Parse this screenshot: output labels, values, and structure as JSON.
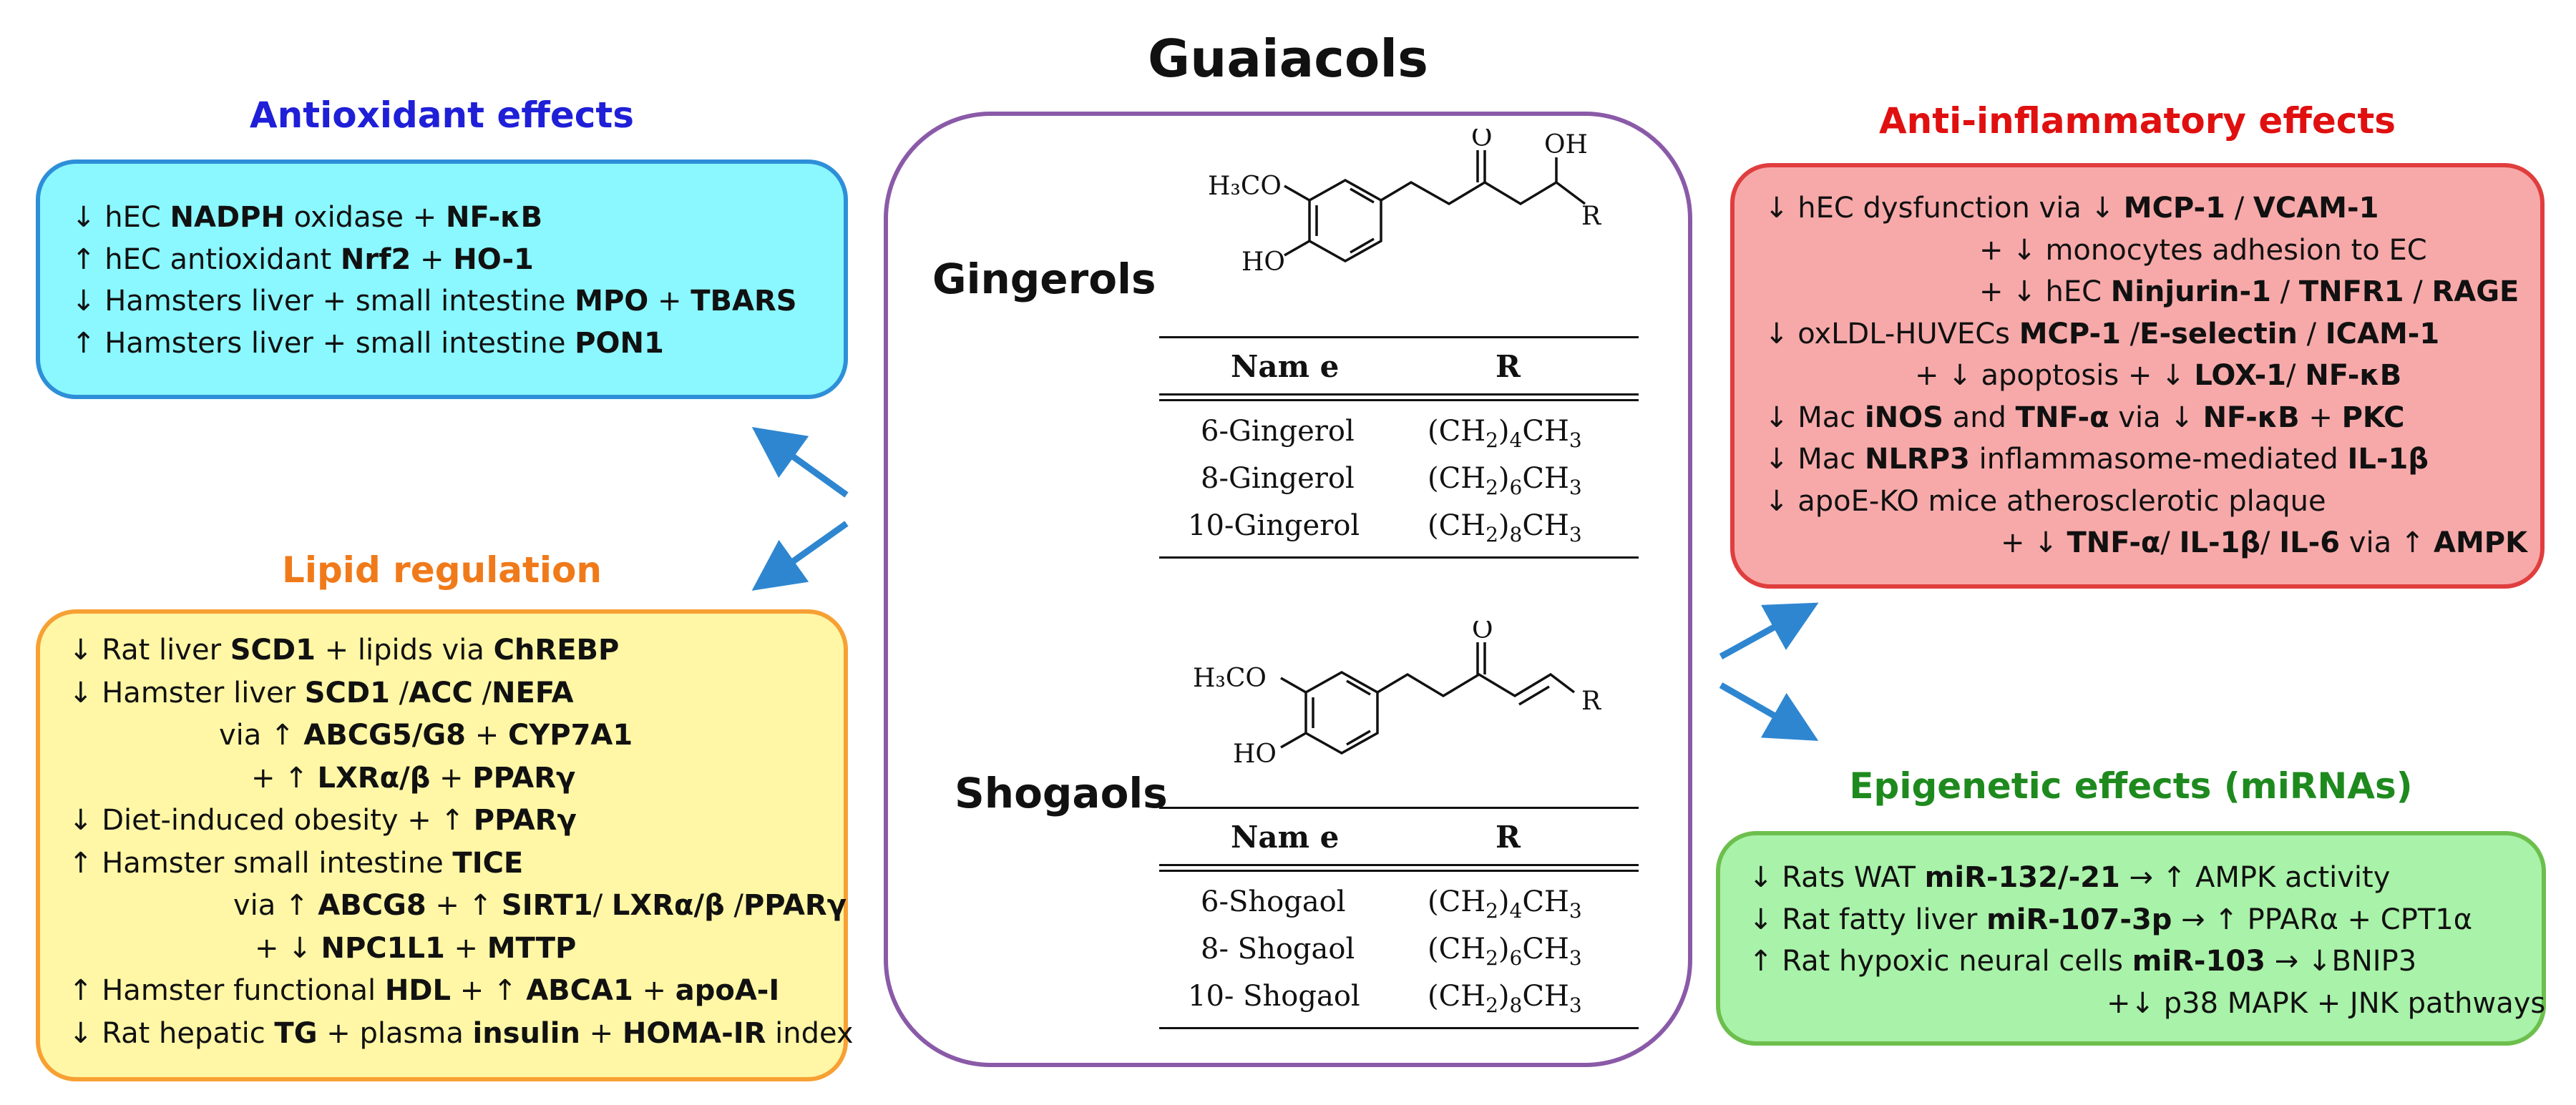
{
  "title": "Guaiacols",
  "colors": {
    "antioxidant_title": "#1F1FD8",
    "lipid_title": "#F07A1A",
    "antiinflammatory_title": "#E01010",
    "epigenetic_title": "#1E8A1E",
    "arrow": "#2E86D0",
    "center_border": "#8A5AA8"
  },
  "antioxidant": {
    "title": "Antioxidant effects",
    "lines": [
      [
        {
          "t": "↓ hEC "
        },
        {
          "t": "NADPH",
          "b": true
        },
        {
          "t": " oxidase + "
        },
        {
          "t": "NF-κB",
          "b": true
        }
      ],
      [
        {
          "t": "↑ hEC antioxidant "
        },
        {
          "t": "Nrf2",
          "b": true
        },
        {
          "t": " + "
        },
        {
          "t": "HO-1",
          "b": true
        }
      ],
      [
        {
          "t": "↓ Hamsters liver + small intestine "
        },
        {
          "t": "MPO",
          "b": true
        },
        {
          "t": " + "
        },
        {
          "t": "TBARS",
          "b": true
        }
      ],
      [
        {
          "t": "↑ Hamsters liver + small intestine "
        },
        {
          "t": "PON1",
          "b": true
        }
      ]
    ]
  },
  "lipid": {
    "title": "Lipid regulation",
    "lines": [
      {
        "indent": 0,
        "s": [
          {
            "t": "↓ Rat liver "
          },
          {
            "t": "SCD1",
            "b": true
          },
          {
            "t": " + lipids via "
          },
          {
            "t": "ChREBP",
            "b": true
          }
        ]
      },
      {
        "indent": 0,
        "s": [
          {
            "t": "↓ Hamster liver "
          },
          {
            "t": "SCD1",
            "b": true
          },
          {
            "t": " /"
          },
          {
            "t": "ACC",
            "b": true
          },
          {
            "t": " /"
          },
          {
            "t": "NEFA",
            "b": true
          }
        ]
      },
      {
        "indent": 210,
        "s": [
          {
            "t": "via ↑ "
          },
          {
            "t": "ABCG5/G8",
            "b": true
          },
          {
            "t": " + "
          },
          {
            "t": "CYP7A1",
            "b": true
          }
        ]
      },
      {
        "indent": 255,
        "s": [
          {
            "t": "+ ↑ "
          },
          {
            "t": "LXRα/β",
            "b": true
          },
          {
            "t": " + "
          },
          {
            "t": "PPARγ",
            "b": true
          }
        ]
      },
      {
        "indent": 0,
        "s": [
          {
            "t": "↓ Diet-induced obesity + ↑ "
          },
          {
            "t": "PPARγ",
            "b": true
          }
        ]
      },
      {
        "indent": 0,
        "s": [
          {
            "t": "↑ Hamster small intestine "
          },
          {
            "t": "TICE",
            "b": true
          }
        ]
      },
      {
        "indent": 230,
        "s": [
          {
            "t": "via ↑ "
          },
          {
            "t": "ABCG8",
            "b": true
          },
          {
            "t": " + ↑ "
          },
          {
            "t": "SIRT1",
            "b": true
          },
          {
            "t": "/ "
          },
          {
            "t": "LXRα/β",
            "b": true
          },
          {
            "t": " /"
          },
          {
            "t": "PPARγ",
            "b": true
          }
        ]
      },
      {
        "indent": 260,
        "s": [
          {
            "t": "+ ↓ "
          },
          {
            "t": "NPC1L1",
            "b": true
          },
          {
            "t": " + "
          },
          {
            "t": "MTTP",
            "b": true
          }
        ]
      },
      {
        "indent": 0,
        "s": [
          {
            "t": "↑ Hamster functional "
          },
          {
            "t": "HDL",
            "b": true
          },
          {
            "t": " + ↑ "
          },
          {
            "t": "ABCA1",
            "b": true
          },
          {
            "t": " + "
          },
          {
            "t": "apoA-I",
            "b": true
          }
        ]
      },
      {
        "indent": 0,
        "s": [
          {
            "t": "↓ Rat hepatic "
          },
          {
            "t": "TG",
            "b": true
          },
          {
            "t": " + plasma "
          },
          {
            "t": "insulin",
            "b": true
          },
          {
            "t": " + "
          },
          {
            "t": "HOMA-IR",
            "b": true
          },
          {
            "t": " index"
          }
        ]
      }
    ]
  },
  "antiinflammatory": {
    "title": "Anti-inflammatory  effects",
    "lines": [
      {
        "indent": 0,
        "s": [
          {
            "t": "↓ hEC dysfunction via ↓ "
          },
          {
            "t": "MCP-1",
            "b": true
          },
          {
            "t": " / "
          },
          {
            "t": "VCAM-1",
            "b": true
          }
        ]
      },
      {
        "indent": 300,
        "s": [
          {
            "t": "+ ↓ monocytes adhesion to EC"
          }
        ]
      },
      {
        "indent": 300,
        "s": [
          {
            "t": "+ ↓ hEC "
          },
          {
            "t": "Ninjurin-1",
            "b": true
          },
          {
            "t": " / "
          },
          {
            "t": "TNFR1",
            "b": true
          },
          {
            "t": " / "
          },
          {
            "t": "RAGE",
            "b": true
          }
        ]
      },
      {
        "indent": 0,
        "s": [
          {
            "t": "↓ oxLDL-HUVECs "
          },
          {
            "t": "MCP-1",
            "b": true
          },
          {
            "t": " /"
          },
          {
            "t": "E-selectin",
            "b": true
          },
          {
            "t": " / "
          },
          {
            "t": "ICAM-1",
            "b": true
          }
        ]
      },
      {
        "indent": 210,
        "s": [
          {
            "t": "+ ↓ apoptosis + ↓ "
          },
          {
            "t": "LOX-1",
            "b": true
          },
          {
            "t": "/ "
          },
          {
            "t": "NF-κB",
            "b": true
          }
        ]
      },
      {
        "indent": 0,
        "s": [
          {
            "t": "↓ Mac "
          },
          {
            "t": "iNOS",
            "b": true
          },
          {
            "t": " and "
          },
          {
            "t": "TNF-α",
            "b": true
          },
          {
            "t": " via ↓ "
          },
          {
            "t": "NF-κB",
            "b": true
          },
          {
            "t": " + "
          },
          {
            "t": "PKC",
            "b": true
          }
        ]
      },
      {
        "indent": 0,
        "s": [
          {
            "t": "↓ Mac "
          },
          {
            "t": "NLRP3",
            "b": true
          },
          {
            "t": " inflammasome-mediated "
          },
          {
            "t": "IL-1β",
            "b": true
          }
        ]
      },
      {
        "indent": 0,
        "s": [
          {
            "t": "↓ apoE-KO mice atherosclerotic plaque"
          }
        ]
      },
      {
        "indent": 330,
        "s": [
          {
            "t": "+ ↓ "
          },
          {
            "t": "TNF-α",
            "b": true
          },
          {
            "t": "/ "
          },
          {
            "t": "IL-1β",
            "b": true
          },
          {
            "t": "/ "
          },
          {
            "t": "IL-6",
            "b": true
          },
          {
            "t": " via ↑ "
          },
          {
            "t": "AMPK",
            "b": true
          }
        ]
      }
    ]
  },
  "epigenetic": {
    "title": "Epigenetic effects (miRNAs)",
    "lines": [
      {
        "indent": 0,
        "s": [
          {
            "t": "↓ Rats WAT "
          },
          {
            "t": "miR-132/-21",
            "b": true
          },
          {
            "t": " → ↑ AMPK activity"
          }
        ]
      },
      {
        "indent": 0,
        "s": [
          {
            "t": "↓ Rat fatty liver "
          },
          {
            "t": "miR-107-3p",
            "b": true
          },
          {
            "t": " → ↑ PPARα + CPT1α"
          }
        ]
      },
      {
        "indent": 0,
        "s": [
          {
            "t": "↑ Rat hypoxic neural cells "
          },
          {
            "t": "miR-103",
            "b": true
          },
          {
            "t": " → ↓BNIP3"
          }
        ]
      },
      {
        "indent": 500,
        "s": [
          {
            "t": "+↓ p38 MAPK + JNK pathways"
          }
        ]
      }
    ]
  },
  "gingerols": {
    "label": "Gingerols",
    "structure": {
      "methoxy": "H₃CO",
      "hydroxyl": "HO",
      "oxo": "O",
      "side_oh": "OH",
      "r": "R"
    },
    "header": {
      "name": "Nam e",
      "r": "R"
    },
    "rows": [
      {
        "name": "6-Gingerol",
        "pre": "(CH",
        "s1": "2",
        "mid": ")",
        "s2": "4",
        "post": "CH",
        "s3": "3"
      },
      {
        "name": "8-Gingerol",
        "pre": "(CH",
        "s1": "2",
        "mid": ")",
        "s2": "6",
        "post": "CH",
        "s3": "3"
      },
      {
        "name": "10-Gingerol",
        "pre": "(CH",
        "s1": "2",
        "mid": ")",
        "s2": "8",
        "post": "CH",
        "s3": "3"
      }
    ]
  },
  "shogaols": {
    "label": "Shogaols",
    "structure": {
      "methoxy": "H₃CO",
      "hydroxyl": "HO",
      "oxo": "O",
      "r": "R"
    },
    "header": {
      "name": "Nam e",
      "r": "R"
    },
    "rows": [
      {
        "name": "6-Shogaol",
        "pre": "(CH",
        "s1": "2",
        "mid": ")",
        "s2": "4",
        "post": "CH",
        "s3": "3"
      },
      {
        "name": "8- Shogaol",
        "pre": "(CH",
        "s1": "2",
        "mid": ")",
        "s2": "6",
        "post": "CH",
        "s3": "3"
      },
      {
        "name": "10- Shogaol",
        "pre": "(CH",
        "s1": "2",
        "mid": ")",
        "s2": "8",
        "post": "CH",
        "s3": "3"
      }
    ]
  }
}
